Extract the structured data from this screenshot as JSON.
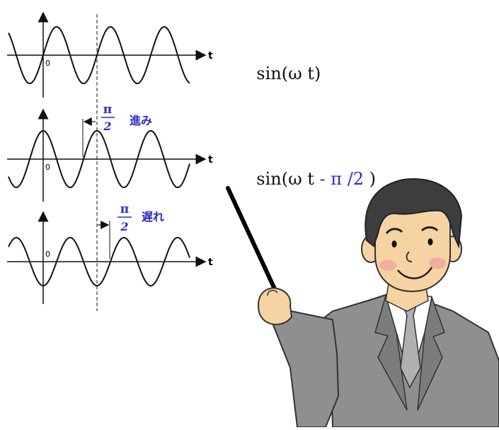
{
  "axis_label": "t",
  "origin_label": "0",
  "formulas": {
    "top_prefix": "sin(ω t)",
    "mid_prefix": "sin(ω t",
    "mid_accent": " - π /2",
    "mid_suffix": " )"
  },
  "annotations": {
    "lead": {
      "numerator": "π",
      "denominator": "2",
      "word": "進み"
    },
    "lag": {
      "numerator": "π",
      "denominator": "2",
      "word": "遅れ"
    }
  },
  "colors": {
    "accent": "#2a2ac8",
    "curve": "#111111",
    "skin": "#f5d3a2",
    "suit": "#8f8f8f",
    "hair": "#3d3d3d"
  }
}
